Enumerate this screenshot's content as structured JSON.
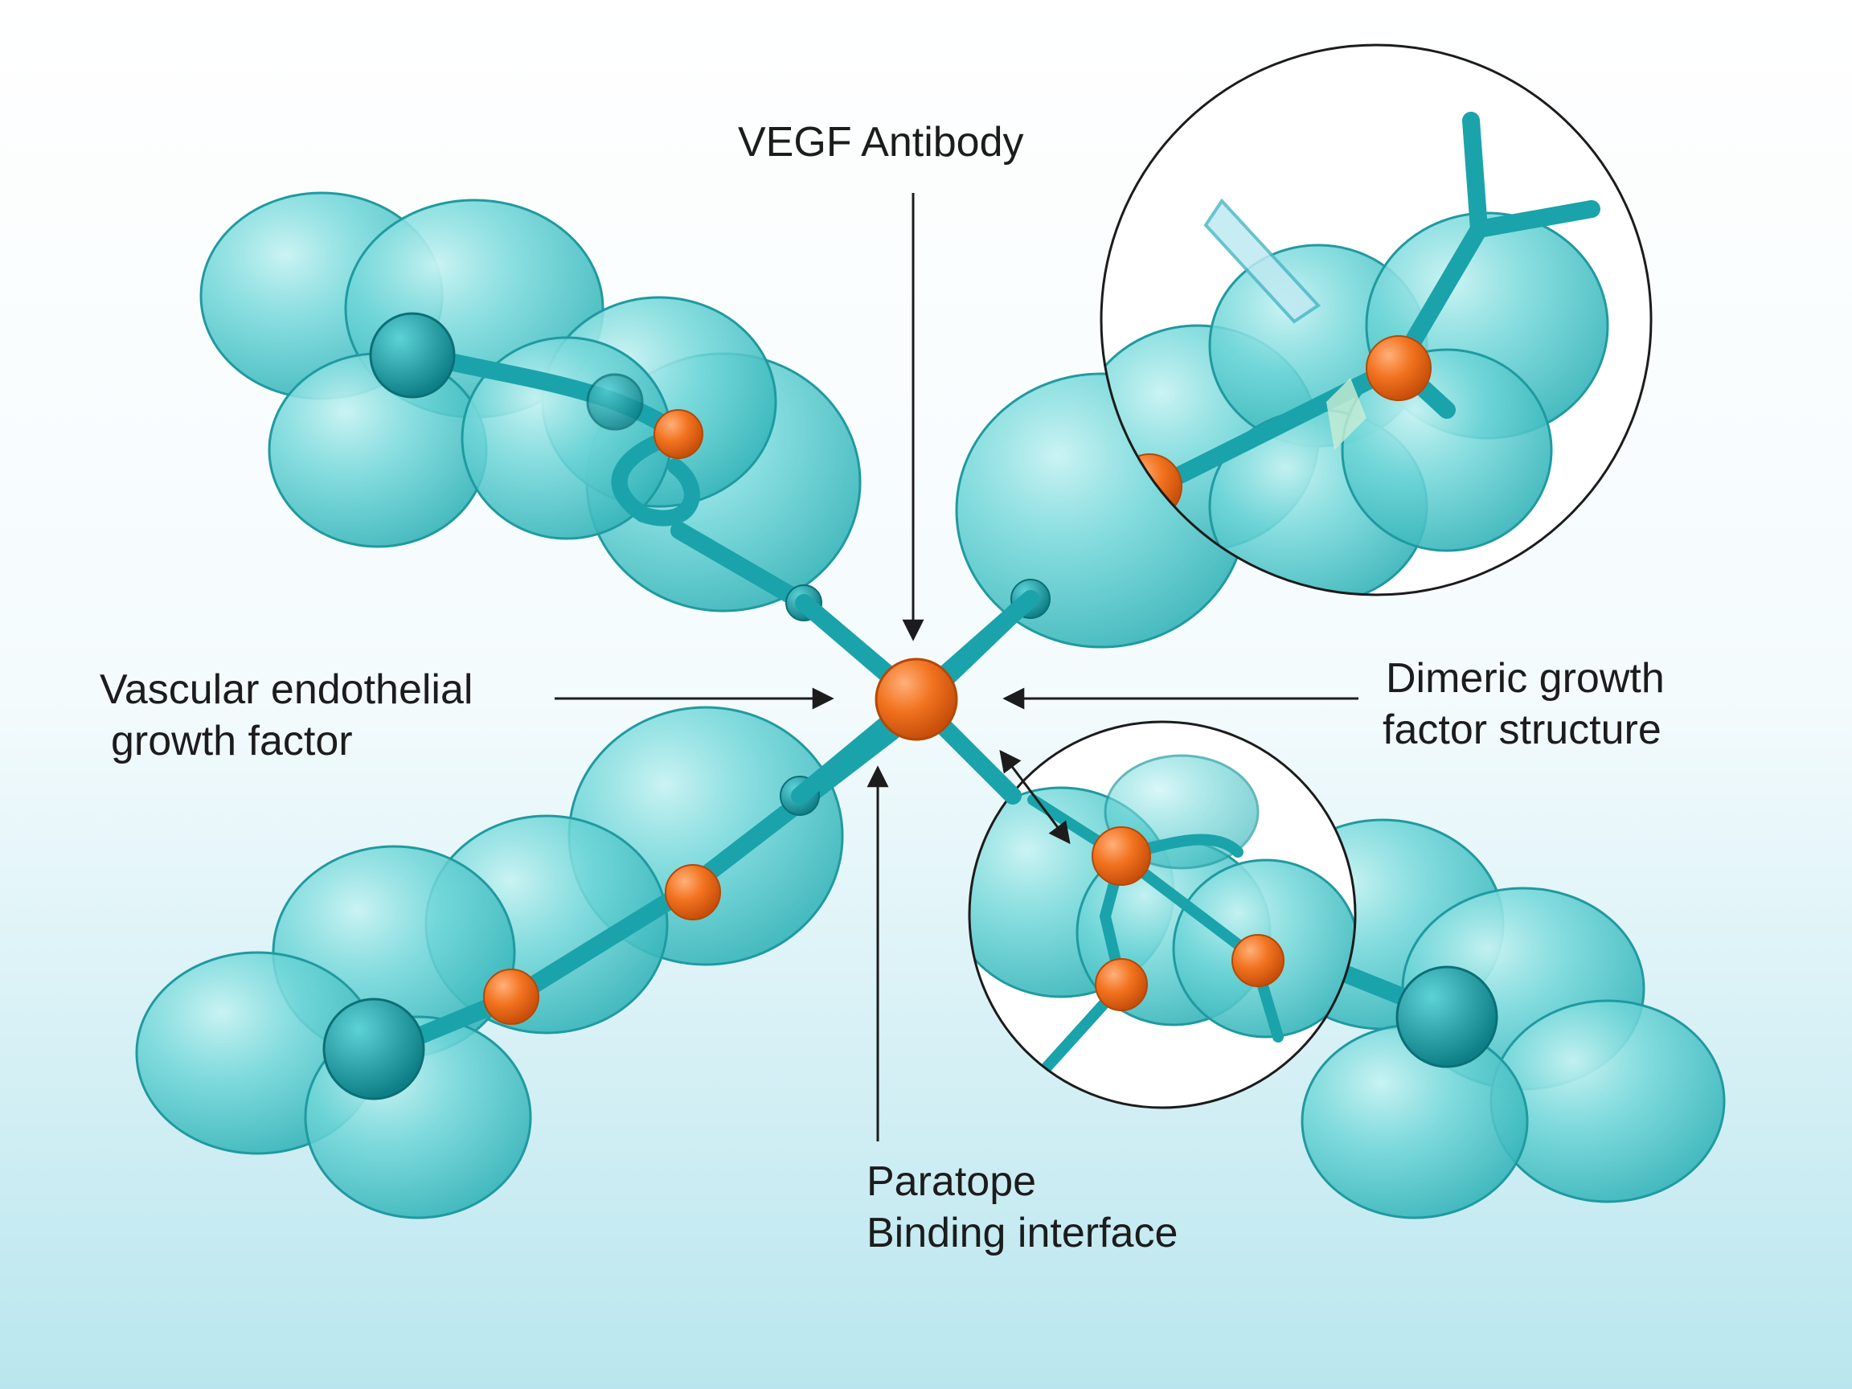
{
  "labels": {
    "antibody": [
      "VEGF Antibody"
    ],
    "vegf": [
      "Vascular endothelial",
      "growth factor"
    ],
    "dimeric": [
      "Dimeric growth",
      "factor structure"
    ],
    "paratope": [
      "Paratope",
      "Binding interface"
    ]
  },
  "colors": {
    "sphere_fill": "#5fd0d3",
    "sphere_stroke": "#1f9aa0",
    "linker": "#1aa3ab",
    "joint": "#ef6a1c",
    "node_dark": "#138f97",
    "background_top": "#ffffff",
    "background_bottom": "#b9e6ee",
    "text": "#1c1c1c"
  }
}
